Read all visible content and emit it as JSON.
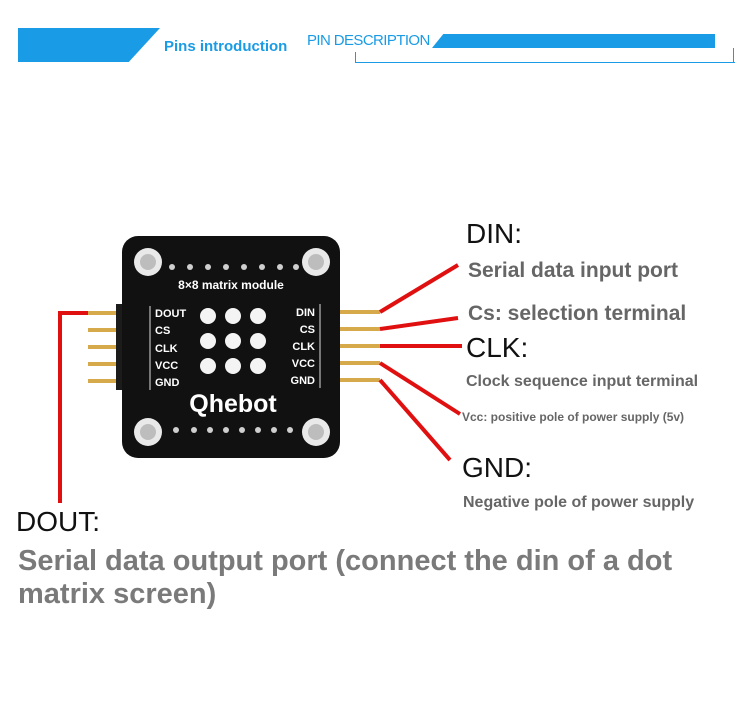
{
  "header": {
    "title": "Pins introduction",
    "subtitle": "PIN DESCRIPTION"
  },
  "board": {
    "title": "8×8  matrix module",
    "brand": "Qhebot",
    "left_pins": [
      "DOUT",
      "CS",
      "CLK",
      "VCC",
      "GND"
    ],
    "right_pins": [
      "DIN",
      "CS",
      "CLK",
      "VCC",
      "GND"
    ]
  },
  "callouts": {
    "din_label": "DIN:",
    "din_desc": "Serial data input port",
    "cs_desc": "Cs: selection terminal",
    "clk_label": "CLK:",
    "clk_desc": "Clock sequence input terminal",
    "vcc_desc": "Vcc: positive pole of power supply (5v)",
    "gnd_label": "GND:",
    "gnd_desc": "Negative pole of power supply",
    "dout_label": "DOUT:",
    "dout_desc": "Serial data output port (connect the din of a dot matrix screen)"
  },
  "colors": {
    "accent": "#1a9be6",
    "leader": "#e01010",
    "board": "#111111",
    "pin": "#d6a94a"
  }
}
